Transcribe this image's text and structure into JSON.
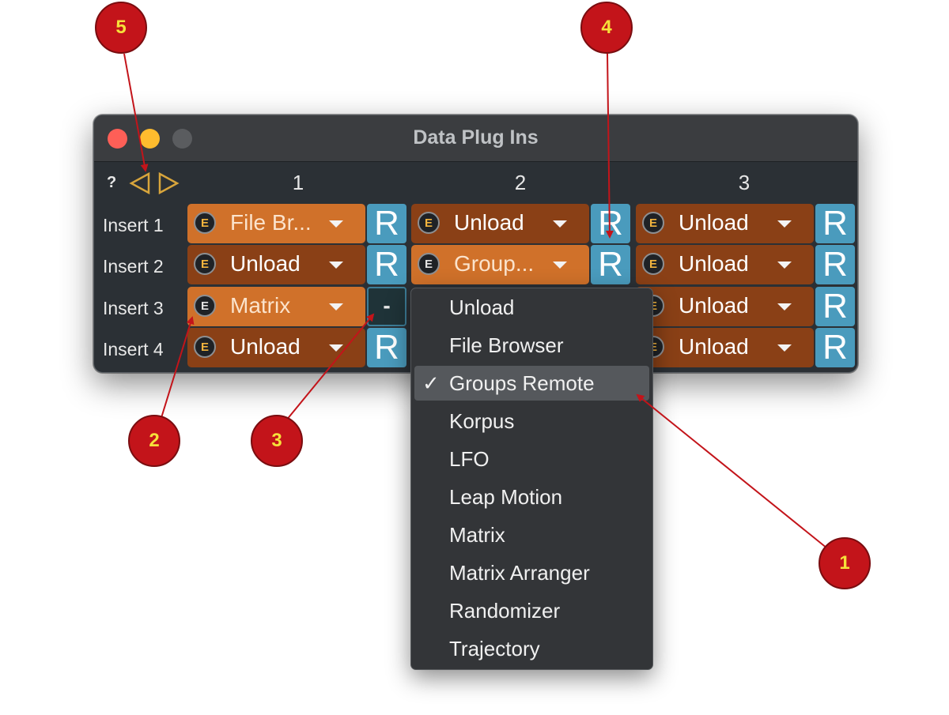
{
  "window": {
    "title": "Data Plug Ins",
    "help_label": "?",
    "columns": [
      "1",
      "2",
      "3"
    ],
    "rows": [
      "Insert 1",
      "Insert 2",
      "Insert 3",
      "Insert 4"
    ],
    "badge_letter": "E",
    "r_label": "R",
    "m_label": "-"
  },
  "slots": {
    "c1": [
      "File Br...",
      "Unload",
      "Matrix",
      "Unload"
    ],
    "c2": [
      "Unload",
      "Group..."
    ],
    "c3": [
      "Unload",
      "Unload",
      "Unload",
      "Unload"
    ]
  },
  "menu": {
    "items": [
      "Unload",
      "File Browser",
      "Groups Remote",
      "Korpus",
      "LFO",
      "Leap Motion",
      "Matrix",
      "Matrix Arranger",
      "Randomizer",
      "Trajectory"
    ],
    "selected": "Groups Remote",
    "check_glyph": "✓"
  },
  "callouts": [
    "1",
    "2",
    "3",
    "4",
    "5"
  ],
  "colors": {
    "accent_orange": "#d0712a",
    "slot_dark_orange": "#8a4016",
    "r_button_blue": "#4a9bbd",
    "callout_red": "#c3141a",
    "callout_text_yellow": "#f6e13a"
  }
}
